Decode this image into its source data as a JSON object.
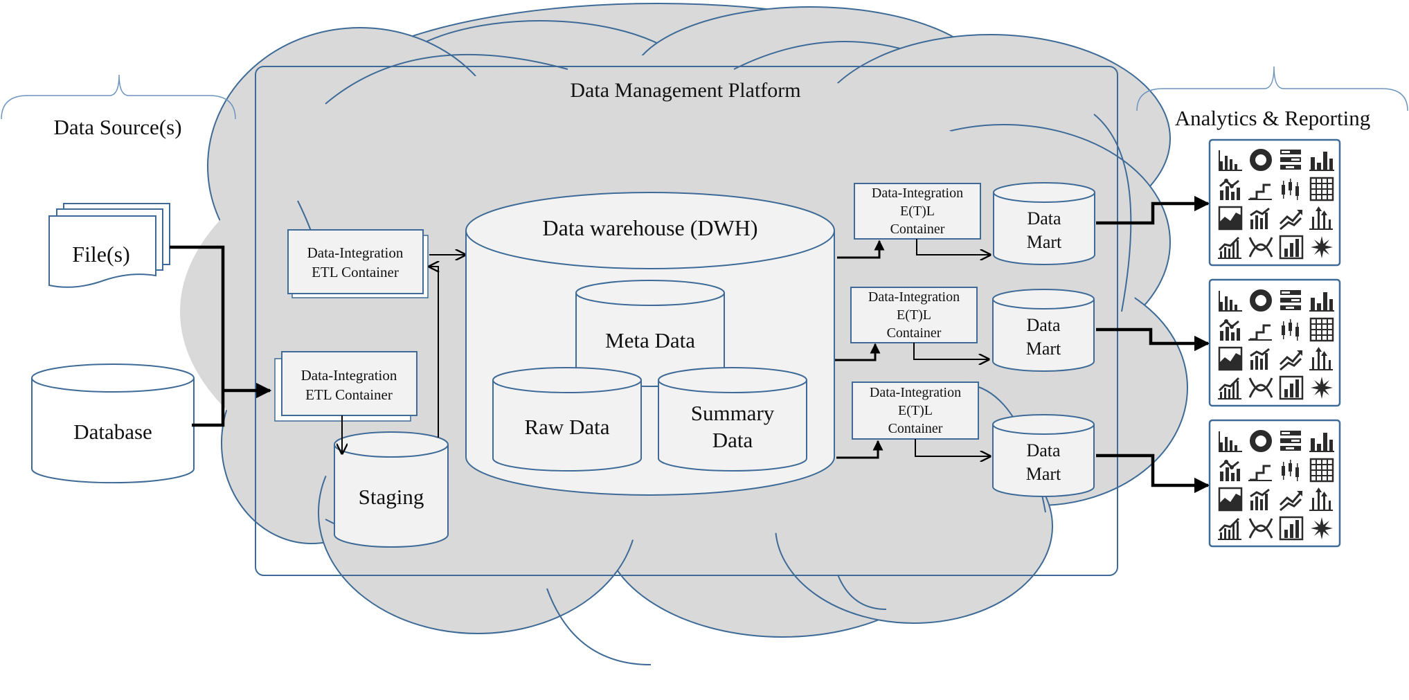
{
  "platform": {
    "title": "Data Management Platform"
  },
  "sources": {
    "title": "Data Source(s)",
    "files_label": "File(s)",
    "database_label": "Database"
  },
  "analytics": {
    "title": "Analytics & Reporting"
  },
  "etl_top": {
    "line1": "Data-Integration",
    "line2": "ETL Container"
  },
  "etl_bottom": {
    "line1": "Data-Integration",
    "line2": "ETL Container"
  },
  "staging": {
    "label": "Staging"
  },
  "dwh": {
    "title": "Data warehouse (DWH)",
    "meta": "Meta Data",
    "raw": "Raw Data",
    "summary_line1": "Summary",
    "summary_line2": "Data"
  },
  "etl_marts": [
    {
      "line1": "Data-Integration",
      "line2": "E(T)L",
      "line3": "Container"
    },
    {
      "line1": "Data-Integration",
      "line2": "E(T)L",
      "line3": "Container"
    },
    {
      "line1": "Data-Integration",
      "line2": "E(T)L",
      "line3": "Container"
    }
  ],
  "marts": [
    {
      "line1": "Data",
      "line2": "Mart"
    },
    {
      "line1": "Data",
      "line2": "Mart"
    },
    {
      "line1": "Data",
      "line2": "Mart"
    }
  ],
  "colors": {
    "cloud_fill": "#d9d9d9",
    "stroke": "#3d6a96",
    "box_fill": "#f2f2f2"
  },
  "icons": [
    "bar-chart-icon",
    "donut-chart-icon",
    "stacked-bar-icon",
    "column-chart-icon",
    "combo-chart-icon",
    "step-chart-icon",
    "candlestick-icon",
    "grid-table-icon",
    "area-chart-icon",
    "line-bar-icon",
    "trend-arrows-icon",
    "arrow-bars-icon",
    "area-bars-icon",
    "curve-chart-icon",
    "framed-bar-icon",
    "star-burst-icon"
  ]
}
